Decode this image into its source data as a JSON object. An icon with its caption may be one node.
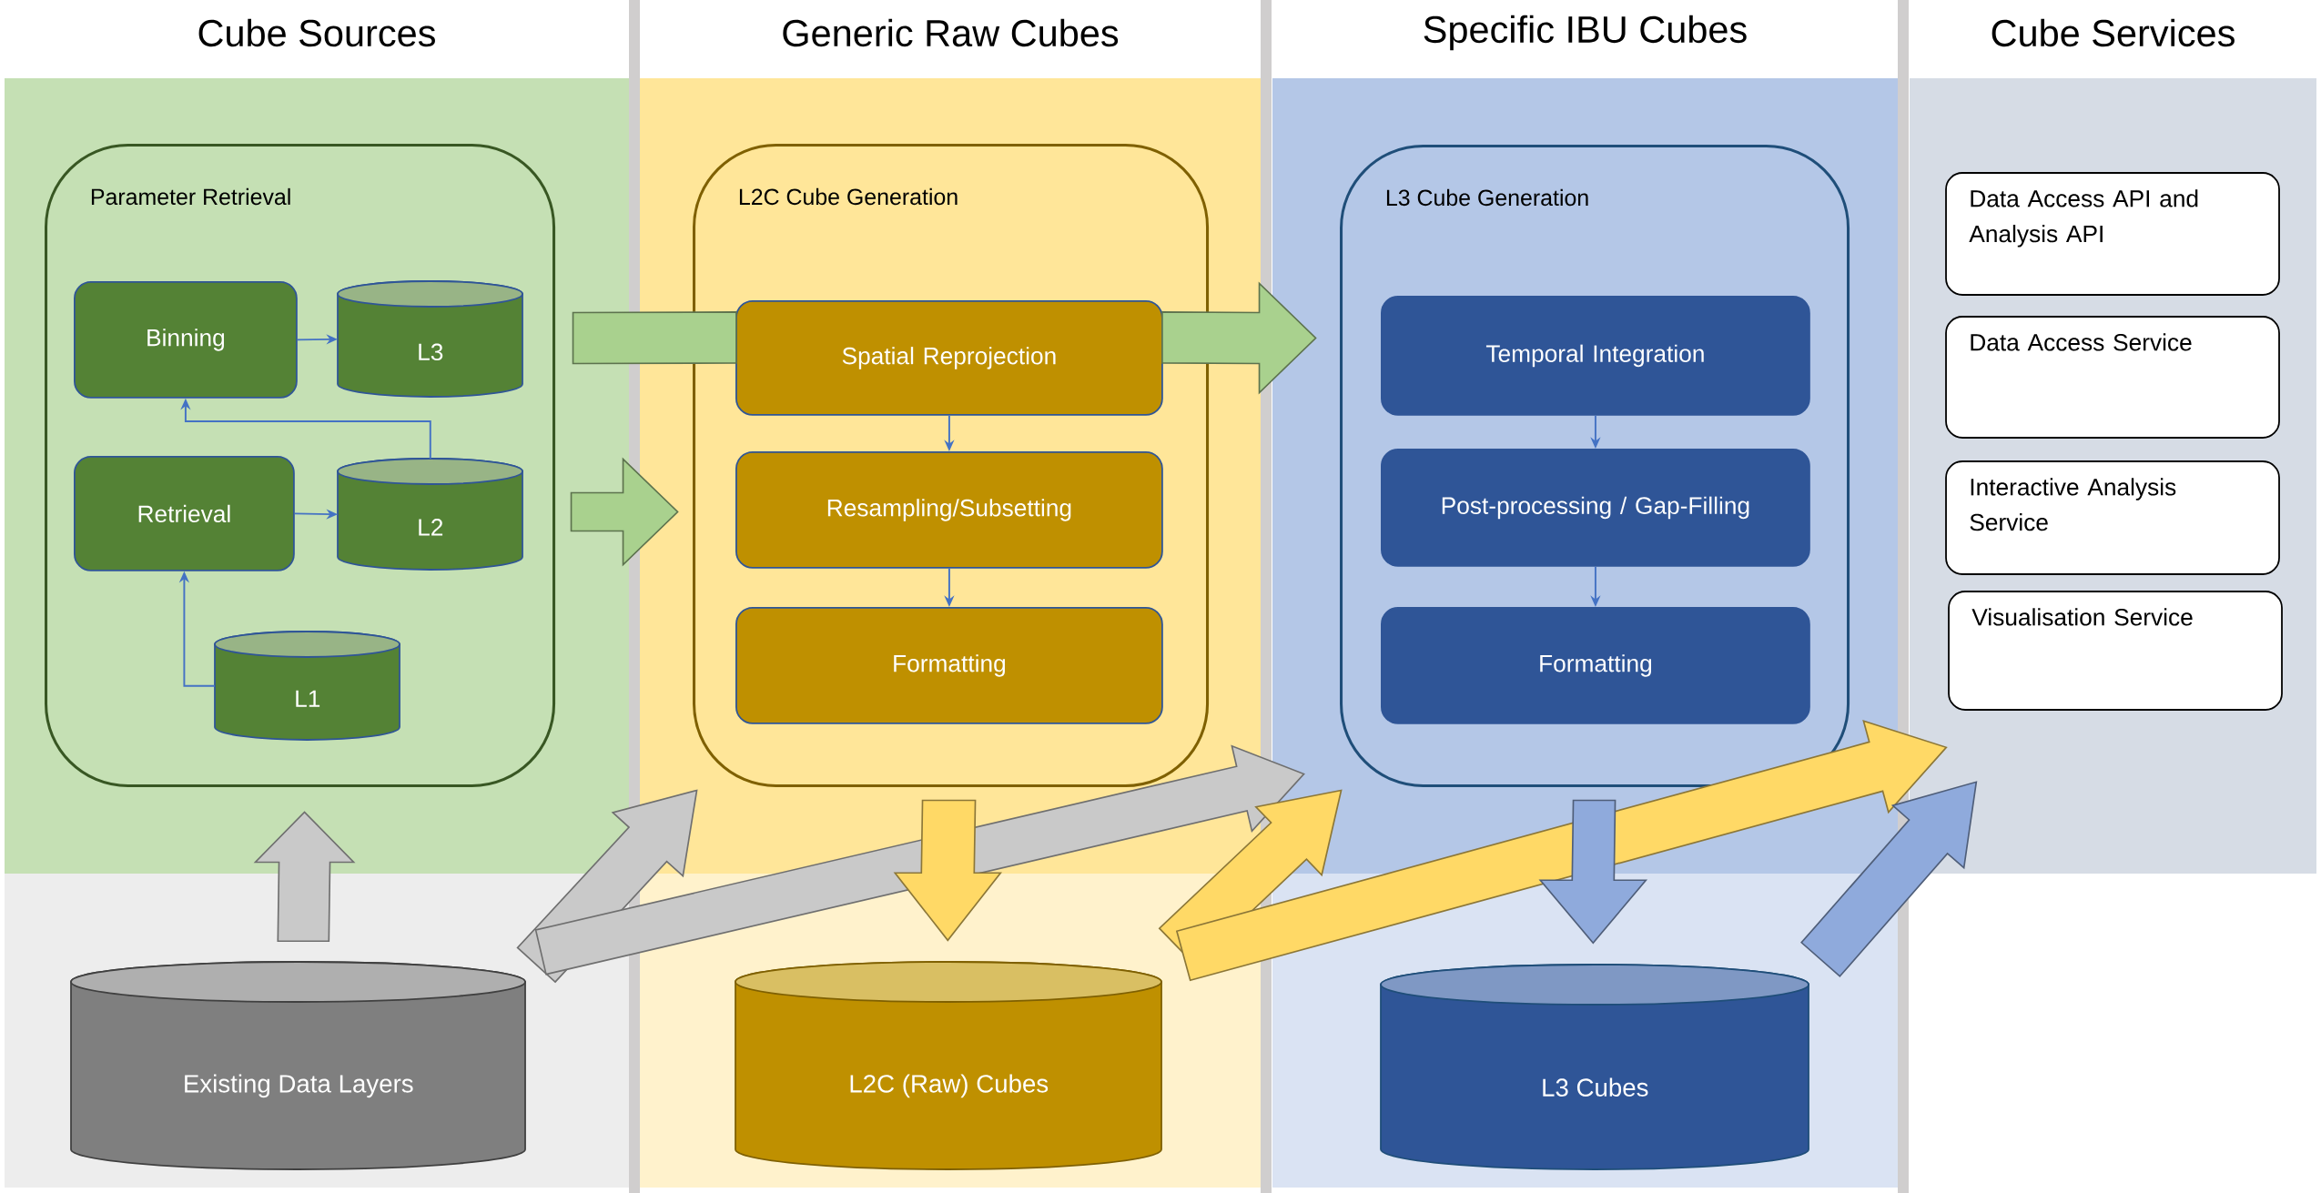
{
  "diagram": {
    "nodes": [
      {
        "text": [
          "Cube Sources"
        ]
      },
      {
        "text": [
          "Generic Raw Cubes"
        ]
      },
      {
        "text": [
          "Specific IBU Cubes"
        ]
      },
      {
        "text": [
          "Cube Services"
        ]
      },
      {
        "text": [
          "Parameter Retrieval"
        ],
        "in": 0
      },
      {
        "text": [
          "Binning"
        ],
        "in": 4
      },
      {
        "text": [
          "L3"
        ],
        "in": 4
      },
      {
        "text": [
          "Retrieval"
        ],
        "in": 4
      },
      {
        "text": [
          "L2"
        ],
        "in": 4
      },
      {
        "text": [
          "L1"
        ],
        "in": 4
      },
      {
        "text": [
          "L2C Cube Generation"
        ],
        "in": 1
      },
      {
        "text": [
          "Spatial Reprojection"
        ],
        "in": 10
      },
      {
        "text": [
          "Resampling/Subsetting"
        ],
        "in": 10
      },
      {
        "text": [
          "Formatting"
        ],
        "in": 10
      },
      {
        "text": [
          "L3 Cube Generation"
        ],
        "in": 2
      },
      {
        "text": [
          "Temporal Integration"
        ],
        "in": 14
      },
      {
        "text": [
          "Post-processing / Gap-Filling"
        ],
        "in": 14
      },
      {
        "text": [
          "Formatting"
        ],
        "in": 14
      },
      {
        "text": [
          "Data Access API and Analysis API"
        ],
        "in": 3
      },
      {
        "text": [
          "Data Access Service"
        ],
        "in": 3
      },
      {
        "text": [
          "Interactive Analysis Service"
        ],
        "in": 3
      },
      {
        "text": [
          "Visualisation Service"
        ],
        "in": 3
      },
      {
        "text": [
          "Existing Data Layers"
        ],
        "in": 0
      },
      {
        "text": [
          "L2C (Raw) Cubes"
        ],
        "in": 1
      },
      {
        "text": [
          "L3 Cubes"
        ],
        "in": 2
      }
    ],
    "edges": [
      {
        "from": 5,
        "to": 6,
        "arrow": "to"
      },
      {
        "from": 8,
        "to": 5,
        "arrow": "to"
      },
      {
        "from": 7,
        "to": 8,
        "arrow": "to"
      },
      {
        "from": 9,
        "to": 7,
        "arrow": "to"
      },
      {
        "from": 11,
        "to": 12,
        "arrow": "to"
      },
      {
        "from": 12,
        "to": 13,
        "arrow": "to"
      },
      {
        "from": 15,
        "to": 16,
        "arrow": "to"
      },
      {
        "from": 16,
        "to": 17,
        "arrow": "to"
      },
      {
        "from": 4,
        "to": 11,
        "arrow": "none",
        "style": "thick",
        "color": "#a9d18e"
      },
      {
        "from": 4,
        "to": 10,
        "arrow": "to",
        "style": "thick",
        "color": "#a9d18e"
      },
      {
        "from": 22,
        "to": 4,
        "arrow": "to",
        "style": "thick",
        "color": "#c9c9c9"
      },
      {
        "from": 22,
        "to": 10,
        "arrow": "to",
        "style": "thick",
        "color": "#c9c9c9"
      },
      {
        "from": 22,
        "to": 14,
        "arrow": "to",
        "style": "thick",
        "color": "#c9c9c9"
      },
      {
        "from": 10,
        "to": 23,
        "arrow": "to",
        "style": "thick",
        "color": "#ffd966"
      },
      {
        "from": 23,
        "to": 14,
        "arrow": "to",
        "style": "thick",
        "color": "#ffd966"
      },
      {
        "from": 23,
        "to": 3,
        "arrow": "to",
        "style": "thick",
        "color": "#ffd966"
      },
      {
        "from": 14,
        "to": 24,
        "arrow": "to",
        "style": "thick",
        "color": "#8faadc"
      },
      {
        "from": 24,
        "to": 3,
        "arrow": "to",
        "style": "thick",
        "color": "#8faadc"
      },
      {
        "from": 11,
        "to": 14,
        "arrow": "to",
        "style": "thick",
        "color": "#a9d18e"
      }
    ]
  }
}
